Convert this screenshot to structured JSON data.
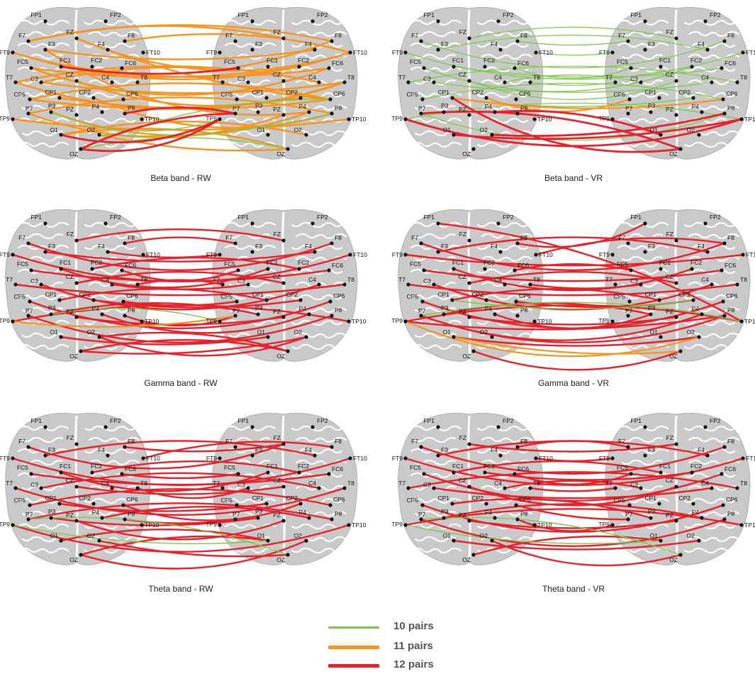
{
  "electrodes": [
    "FP1",
    "FP2",
    "F7",
    "FZ",
    "F8",
    "FT9",
    "F3",
    "F4",
    "FT10",
    "FC5",
    "FC1",
    "FC2",
    "FC6",
    "T7",
    "C3",
    "CZ",
    "C4",
    "T8",
    "CP5",
    "CP1",
    "CP2",
    "CP6",
    "TP9",
    "P7",
    "P3",
    "PZ",
    "P4",
    "P8",
    "TP10",
    "O1",
    "O2",
    "OZ"
  ],
  "colors": {
    "brain_fill": "#c9c9c9",
    "sulci": "#ffffff",
    "electrode": "#111111",
    "label": "#111111",
    "pairs_10": "#7ac943",
    "pairs_11": "#f7941d",
    "pairs_12": "#e8202a"
  },
  "panels": [
    {
      "id": "beta-rw",
      "caption": "Beta band - RW",
      "dominant": "pairs_11",
      "connections": [
        [
          "FT9",
          "F8"
        ],
        [
          "F7",
          "F8"
        ],
        [
          "F3",
          "F4"
        ],
        [
          "FZ",
          "FT10"
        ],
        [
          "F8",
          "FT10"
        ],
        [
          "FC1",
          "FC6"
        ],
        [
          "FC5",
          "FC6"
        ],
        [
          "T7",
          "C4"
        ],
        [
          "C3",
          "T8"
        ],
        [
          "CZ",
          "T8"
        ],
        [
          "CP5",
          "CP6"
        ],
        [
          "CP1",
          "CP6"
        ],
        [
          "CP2",
          "P8"
        ],
        [
          "P7",
          "P8"
        ],
        [
          "TP9",
          "TP10"
        ],
        [
          "P3",
          "P4"
        ],
        [
          "O1",
          "O2"
        ],
        [
          "O2",
          "OZ"
        ],
        [
          "FT9",
          "FT10"
        ],
        [
          "F7",
          "FZ"
        ],
        [
          "FC5",
          "FC2"
        ],
        [
          "T7",
          "T8"
        ],
        [
          "C3",
          "C4"
        ],
        [
          "CP5",
          "CP2"
        ],
        [
          "P7",
          "PZ"
        ],
        [
          "O1",
          "OZ"
        ],
        [
          "FZ",
          "CP6"
        ],
        [
          "F3",
          "P4"
        ]
      ],
      "red_connections": [
        [
          "O1",
          "TP9"
        ],
        [
          "OZ",
          "P7"
        ],
        [
          "FC1",
          "FC5"
        ],
        [
          "OZ",
          "TP9"
        ],
        [
          "P8",
          "P7"
        ]
      ],
      "green_connections": [
        [
          "OZ",
          "CP6"
        ],
        [
          "O2",
          "P8"
        ],
        [
          "P3",
          "TP9"
        ],
        [
          "OZ",
          "OZ"
        ]
      ]
    },
    {
      "id": "beta-vr",
      "caption": "Beta band - VR",
      "dominant": "pairs_10",
      "connections": [
        [
          "F7",
          "F8"
        ],
        [
          "FZ",
          "FZ"
        ],
        [
          "F8",
          "F7"
        ],
        [
          "FT9",
          "FT10"
        ],
        [
          "F3",
          "F4"
        ],
        [
          "FC1",
          "FC6"
        ],
        [
          "FC5",
          "FC2"
        ],
        [
          "T7",
          "T8"
        ],
        [
          "C3",
          "C4"
        ],
        [
          "CZ",
          "CZ"
        ],
        [
          "CP5",
          "CP6"
        ],
        [
          "CP1",
          "CP2"
        ],
        [
          "P7",
          "P8"
        ],
        [
          "TP9",
          "TP10"
        ],
        [
          "FT10",
          "FT9"
        ],
        [
          "FC6",
          "FC5"
        ],
        [
          "C4",
          "C3"
        ],
        [
          "T8",
          "T7"
        ]
      ],
      "orange_connections": [
        [
          "CP1",
          "CP6"
        ],
        [
          "CP2",
          "CP5"
        ],
        [
          "P4",
          "O1"
        ]
      ],
      "red_connections": [
        [
          "TP9",
          "TP10"
        ],
        [
          "P7",
          "OZ"
        ],
        [
          "O2",
          "P8"
        ],
        [
          "CP1",
          "OZ"
        ],
        [
          "P4",
          "O1"
        ],
        [
          "O1",
          "TP10"
        ]
      ]
    },
    {
      "id": "gamma-rw",
      "caption": "Gamma band - RW",
      "dominant": "pairs_12",
      "connections": [
        [
          "F7",
          "F8"
        ],
        [
          "FZ",
          "FZ"
        ],
        [
          "F3",
          "F4"
        ],
        [
          "FT9",
          "FT10"
        ],
        [
          "F8",
          "F7"
        ],
        [
          "FC5",
          "FC6"
        ],
        [
          "FC1",
          "FC1"
        ],
        [
          "FC2",
          "FC2"
        ],
        [
          "T7",
          "T8"
        ],
        [
          "C3",
          "C4"
        ],
        [
          "CZ",
          "CZ"
        ],
        [
          "C4",
          "C3"
        ],
        [
          "CP5",
          "CP6"
        ],
        [
          "CP1",
          "CP1"
        ],
        [
          "CP2",
          "CP2"
        ],
        [
          "P7",
          "P8"
        ],
        [
          "P3",
          "P3"
        ],
        [
          "PZ",
          "PZ"
        ],
        [
          "P4",
          "P4"
        ],
        [
          "TP9",
          "TP10"
        ],
        [
          "O1",
          "O1"
        ],
        [
          "O2",
          "O2"
        ],
        [
          "OZ",
          "OZ"
        ],
        [
          "F4",
          "FT9"
        ],
        [
          "FC6",
          "FC5"
        ],
        [
          "T8",
          "T7"
        ],
        [
          "CP6",
          "CP5"
        ],
        [
          "P8",
          "P7"
        ],
        [
          "O2",
          "OZ"
        ],
        [
          "OZ",
          "O2"
        ]
      ],
      "orange_connections": [
        [
          "TP9",
          "P7"
        ]
      ],
      "green_connections": [
        [
          "P3",
          "TP9"
        ]
      ]
    },
    {
      "id": "gamma-vr",
      "caption": "Gamma band - VR",
      "dominant": "pairs_12",
      "connections": [
        [
          "F7",
          "F8"
        ],
        [
          "F3",
          "F4"
        ],
        [
          "FT9",
          "FT10"
        ],
        [
          "F8",
          "FP1"
        ],
        [
          "FT10",
          "F8"
        ],
        [
          "FC5",
          "FC6"
        ],
        [
          "FC1",
          "FC2"
        ],
        [
          "FC6",
          "FC5"
        ],
        [
          "T7",
          "T8"
        ],
        [
          "C3",
          "C4"
        ],
        [
          "CZ",
          "CZ"
        ],
        [
          "T8",
          "C3"
        ],
        [
          "CP5",
          "CP6"
        ],
        [
          "CP1",
          "CP1"
        ],
        [
          "CP6",
          "CP2"
        ],
        [
          "P7",
          "P8"
        ],
        [
          "P3",
          "P3"
        ],
        [
          "PZ",
          "PZ"
        ],
        [
          "P4",
          "P3"
        ],
        [
          "TP9",
          "TP10"
        ],
        [
          "O1",
          "O2"
        ],
        [
          "OZ",
          "OZ"
        ],
        [
          "FP1",
          "TP10"
        ],
        [
          "TP9",
          "P8"
        ],
        [
          "P7",
          "P4"
        ]
      ],
      "orange_connections": [
        [
          "O1",
          "OZ"
        ],
        [
          "TP9",
          "O2"
        ]
      ],
      "green_connections": [
        [
          "P7",
          "TP10"
        ],
        [
          "CP1",
          "CP2"
        ]
      ]
    },
    {
      "id": "theta-rw",
      "caption": "Theta band - RW",
      "dominant": "pairs_12",
      "connections": [
        [
          "F7",
          "FZ"
        ],
        [
          "F3",
          "F4"
        ],
        [
          "F8",
          "FZ"
        ],
        [
          "FT9",
          "FT10"
        ],
        [
          "FT10",
          "F8"
        ],
        [
          "FC5",
          "FC6"
        ],
        [
          "FC1",
          "FC1"
        ],
        [
          "FC2",
          "FC2"
        ],
        [
          "FC6",
          "FC5"
        ],
        [
          "T7",
          "T8"
        ],
        [
          "C3",
          "C4"
        ],
        [
          "CZ",
          "CZ"
        ],
        [
          "T8",
          "C3"
        ],
        [
          "CP5",
          "CP6"
        ],
        [
          "CP1",
          "CP1"
        ],
        [
          "CP6",
          "CP2"
        ],
        [
          "P7",
          "P8"
        ],
        [
          "P3",
          "P3"
        ],
        [
          "PZ",
          "PZ"
        ],
        [
          "P4",
          "P4"
        ],
        [
          "P8",
          "P7"
        ],
        [
          "TP9",
          "TP10"
        ],
        [
          "O1",
          "O1"
        ],
        [
          "O2",
          "OZ"
        ],
        [
          "OZ",
          "O2"
        ],
        [
          "OZ",
          "O1"
        ]
      ],
      "green_connections": [
        [
          "P7",
          "OZ"
        ],
        [
          "TP9",
          "O1"
        ]
      ]
    },
    {
      "id": "theta-vr",
      "caption": "Theta band - VR",
      "dominant": "pairs_12",
      "connections": [
        [
          "F7",
          "F8"
        ],
        [
          "F3",
          "F4"
        ],
        [
          "FZ",
          "FZ"
        ],
        [
          "FT9",
          "FT10"
        ],
        [
          "F8",
          "F7"
        ],
        [
          "FT10",
          "FT9"
        ],
        [
          "FC5",
          "FC6"
        ],
        [
          "FC1",
          "FC1"
        ],
        [
          "FC2",
          "FC2"
        ],
        [
          "FC6",
          "FC5"
        ],
        [
          "T7",
          "T8"
        ],
        [
          "C3",
          "C4"
        ],
        [
          "CZ",
          "CZ"
        ],
        [
          "C4",
          "C3"
        ],
        [
          "T8",
          "T7"
        ],
        [
          "CP5",
          "CP6"
        ],
        [
          "CP1",
          "P3"
        ],
        [
          "CP6",
          "P7"
        ],
        [
          "P7",
          "P8"
        ],
        [
          "P3",
          "P4"
        ],
        [
          "PZ",
          "PZ"
        ],
        [
          "P8",
          "TP9"
        ],
        [
          "TP9",
          "TP10"
        ],
        [
          "O1",
          "O2"
        ],
        [
          "O2",
          "OZ"
        ],
        [
          "OZ",
          "O1"
        ]
      ],
      "green_connections": [
        [
          "P7",
          "OZ"
        ],
        [
          "TP9",
          "O1"
        ]
      ]
    }
  ],
  "legend": [
    {
      "label": "10 pairs",
      "color_key": "pairs_10"
    },
    {
      "label": "11 pairs",
      "color_key": "pairs_11"
    },
    {
      "label": "12 pairs",
      "color_key": "pairs_12"
    }
  ]
}
